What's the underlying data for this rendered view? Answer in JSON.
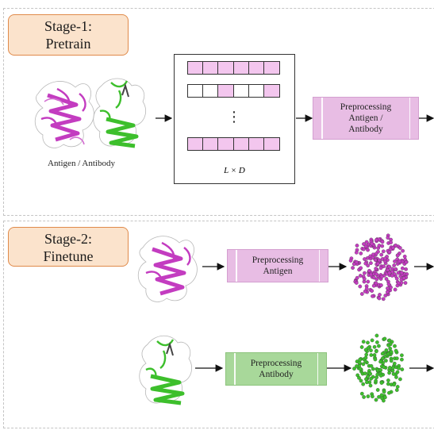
{
  "stage1": {
    "label_line1": "Stage-1:",
    "label_line2": "Pretrain",
    "structure_caption": "Antigen / Antibody",
    "matrix_dims": "L × D",
    "ellipsis": "⋮",
    "preprocessing_lines": [
      "Preprocessing",
      "Antigen /",
      "Antibody"
    ],
    "matrix_rows": [
      [
        "p",
        "p",
        "p",
        "p",
        "p",
        "p"
      ],
      [
        "w",
        "w",
        "p",
        "w",
        "w",
        "p"
      ],
      [
        "p",
        "p",
        "p",
        "p",
        "p",
        "p"
      ]
    ]
  },
  "stage2": {
    "label_line1": "Stage-2:",
    "label_line2": "Finetune",
    "antigen_preprocessing_lines": [
      "Preprocessing",
      "Antigen"
    ],
    "antibody_preprocessing_lines": [
      "Preprocessing",
      "Antibody"
    ]
  },
  "colors": {
    "antigen": "#c33cc0",
    "antibody": "#3dbf2c",
    "stage_fill": "#fbe3cc",
    "stage_border": "#e08a4a",
    "pink_box": "#e8bde4",
    "green_box": "#a8d89a"
  }
}
